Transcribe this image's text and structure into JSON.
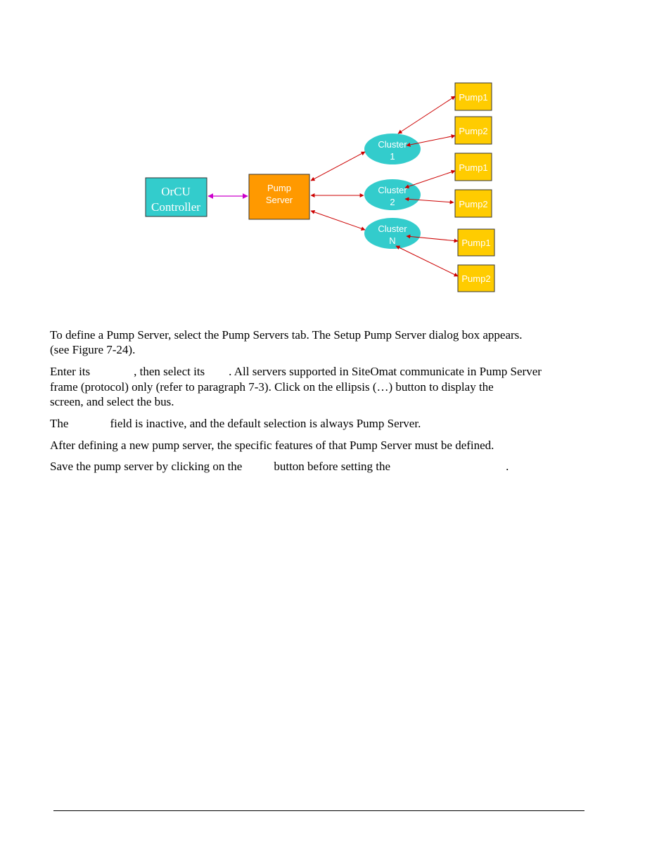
{
  "diagram": {
    "controller": {
      "line1": "OrCU",
      "line2": "Controller"
    },
    "server": {
      "line1": "Pump",
      "line2": "Server"
    },
    "clusters": [
      {
        "line1": "Cluster",
        "line2": "1"
      },
      {
        "line1": "Cluster",
        "line2": "2"
      },
      {
        "line1": "Cluster",
        "line2": "N"
      }
    ],
    "pumps": [
      "Pump1",
      "Pump2",
      "Pump1",
      "Pump2",
      "Pump1",
      "Pump2"
    ],
    "colors": {
      "controller": "#33CCCC",
      "server": "#FF9900",
      "cluster": "#33CCCC",
      "pump": "#FFCC00",
      "link": "#CC0000",
      "controller_link": "#CC00CC"
    }
  },
  "paragraphs": {
    "p1_line1": "To define a Pump Server, select the Pump Servers tab. The Setup Pump Server dialog box appears.",
    "p1_line2": "(see Figure 7-24).",
    "p2_a": "Enter its",
    "p2_b": ", then select its",
    "p2_c": ". All servers supported in SiteOmat communicate in Pump Server",
    "p2_line2": "frame (protocol) only (refer to paragraph 7-3).  Click on the ellipsis (…) button to display the",
    "p2_line3": "screen, and select the bus.",
    "p3_a": "The",
    "p3_b": "field is inactive, and the default selection is always Pump Server.",
    "p4": "After defining a new pump server, the specific features of that Pump Server must be defined.",
    "p5_a": "Save the pump server by clicking on the",
    "p5_b": "button before setting the",
    "p5_c": "."
  }
}
